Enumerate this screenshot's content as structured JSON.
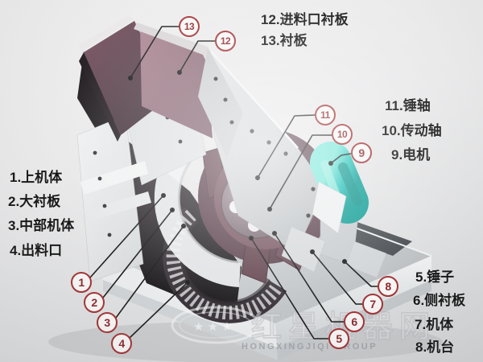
{
  "diagram": {
    "type": "hammer-crusher-structure-diagram",
    "callouts": [
      {
        "num": "1",
        "label": "1.上机体"
      },
      {
        "num": "2",
        "label": "2.大衬板"
      },
      {
        "num": "3",
        "label": "3.中部机体"
      },
      {
        "num": "4",
        "label": "4.出料口"
      },
      {
        "num": "5",
        "label": "5.锤子"
      },
      {
        "num": "6",
        "label": "6.侧衬板"
      },
      {
        "num": "7",
        "label": "7.机体"
      },
      {
        "num": "8",
        "label": "8.机台"
      },
      {
        "num": "9",
        "label": "9.电机"
      },
      {
        "num": "10",
        "label": "10.传动轴"
      },
      {
        "num": "11",
        "label": "11.锤轴"
      },
      {
        "num": "12",
        "label": "12.进料口衬板"
      },
      {
        "num": "13",
        "label": "13.衬板"
      }
    ],
    "watermark": {
      "stars": "★ ★ ★",
      "main": "红星机器网",
      "sub": "HONGXINGJIQI GROUP"
    },
    "colors": {
      "callout_ring": "#a23335",
      "callout_number": "#8d2a2d",
      "label_text": "#161616",
      "liner_plate": "#9b7683",
      "hammer_rotor": "#6e4d58",
      "motor_teal": "#1fbdb2",
      "housing_gray": "#e7e9ea",
      "cavity_dark": "#2a272b"
    }
  }
}
